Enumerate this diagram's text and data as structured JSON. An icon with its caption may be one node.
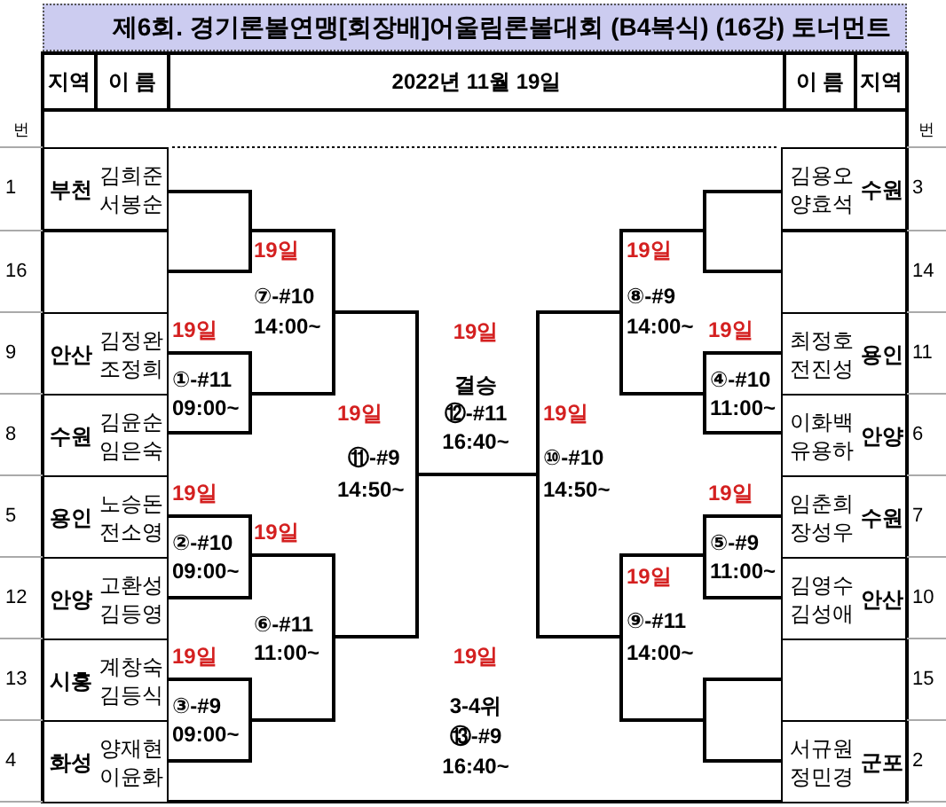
{
  "diagram": {
    "title": "제6회. 경기론볼연맹[회장배]어울림론볼대회 (B4복식) (16강) 토너먼트",
    "nodes": [
      {
        "text": [
          "부천",
          "김희준 서봉순"
        ],
        "beside": [
          "1"
        ]
      },
      {
        "text": [],
        "shape": "box",
        "beside": [
          "16"
        ]
      },
      {
        "text": [
          "안산",
          "김정완 조정희"
        ],
        "beside": [
          "9"
        ]
      },
      {
        "text": [
          "수원",
          "김윤순 임은숙"
        ],
        "beside": [
          "8"
        ]
      },
      {
        "text": [
          "용인",
          "노승돈 전소영"
        ],
        "beside": [
          "5"
        ]
      },
      {
        "text": [
          "안양",
          "고환성 김등영"
        ],
        "beside": [
          "12"
        ]
      },
      {
        "text": [
          "시흥",
          "계창숙 김등식"
        ],
        "beside": [
          "13"
        ]
      },
      {
        "text": [
          "화성",
          "양재현 이윤화"
        ],
        "beside": [
          "4"
        ]
      },
      {
        "text": [
          "김용오 양효석",
          "수원"
        ],
        "beside": [
          "3"
        ]
      },
      {
        "text": [],
        "shape": "box",
        "beside": [
          "14"
        ]
      },
      {
        "text": [
          "최정호 전진성",
          "용인"
        ],
        "beside": [
          "11"
        ]
      },
      {
        "text": [
          "이화백 유용하",
          "안양"
        ],
        "beside": [
          "6"
        ]
      },
      {
        "text": [
          "임춘희 장성우",
          "수원"
        ],
        "beside": [
          "7"
        ]
      },
      {
        "text": [
          "김영수 김성애",
          "안산"
        ],
        "beside": [
          "10"
        ]
      },
      {
        "text": [],
        "shape": "box",
        "beside": [
          "15"
        ]
      },
      {
        "text": [
          "서규원 정민경",
          "군포"
        ],
        "beside": [
          "2"
        ]
      },
      {
        "text": [],
        "shape": "box"
      },
      {
        "text": [
          "19일",
          "⑦-#10",
          "14:00~"
        ]
      },
      {
        "text": [
          "19일",
          "①-#11",
          "09:00~"
        ]
      },
      {
        "text": [
          "19일",
          "⑪-#9",
          "14:50~"
        ]
      },
      {
        "text": [
          "19일",
          "②-#10",
          "09:00~"
        ]
      },
      {
        "text": [
          "19일",
          "⑥-#11",
          "11:00~"
        ]
      },
      {
        "text": [
          "19일",
          "③-#9",
          "09:00~"
        ]
      },
      {
        "text": [
          "19일",
          "결승",
          "⑫-#11",
          "16:40~"
        ]
      },
      {
        "text": [
          "19일",
          "3-4위",
          "⑬-#9",
          "16:40~"
        ]
      },
      {
        "text": [],
        "shape": "box"
      },
      {
        "text": [
          "19일",
          "⑧-#9",
          "14:00~"
        ]
      },
      {
        "text": [
          "19일",
          "④-#10",
          "11:00~"
        ]
      },
      {
        "text": [
          "19일",
          "⑩-#10",
          "14:50~"
        ]
      },
      {
        "text": [
          "19일",
          "⑤-#9",
          "11:00~"
        ]
      },
      {
        "text": [
          "19일",
          "⑨-#11",
          "14:00~"
        ]
      },
      {
        "text": [],
        "shape": "box"
      }
    ],
    "edges": [
      {
        "from": 19,
        "to": 28,
        "arrow": "none"
      }
    ],
    "labels": [
      "지역",
      "이 름",
      "2022년 11월 19일",
      "이 름",
      "지역",
      "번",
      "번"
    ]
  }
}
